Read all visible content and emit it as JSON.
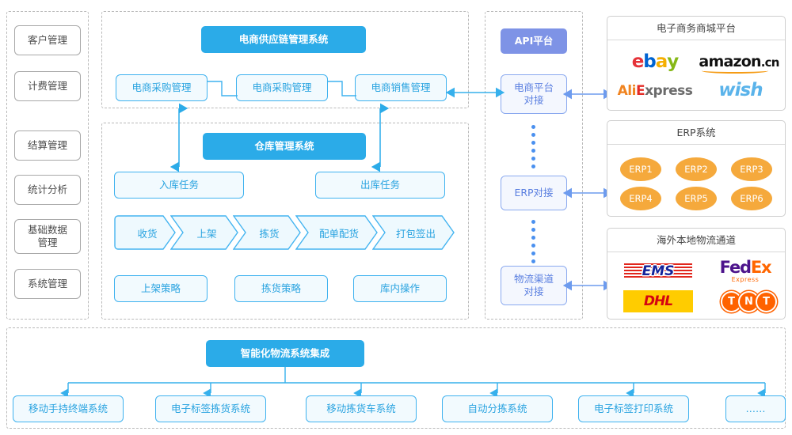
{
  "left_panel": {
    "items": [
      {
        "label": "客户管理"
      },
      {
        "label": "计费管理"
      },
      {
        "label": "结算管理"
      },
      {
        "label": "统计分析"
      },
      {
        "label": "基础数据\n管理"
      },
      {
        "label": "系统管理"
      }
    ]
  },
  "supply_chain": {
    "title": "电商供应链管理系统",
    "modules": [
      {
        "label": "电商采购管理"
      },
      {
        "label": "电商采购管理"
      },
      {
        "label": "电商销售管理"
      }
    ]
  },
  "warehouse": {
    "title": "仓库管理系统",
    "tasks": [
      {
        "label": "入库任务"
      },
      {
        "label": "出库任务"
      }
    ],
    "process_steps": [
      {
        "label": "收货"
      },
      {
        "label": "上架"
      },
      {
        "label": "拣货"
      },
      {
        "label": "配单配货"
      },
      {
        "label": "打包签出"
      }
    ],
    "strategies": [
      {
        "label": "上架策略"
      },
      {
        "label": "拣货策略"
      },
      {
        "label": "库内操作"
      }
    ]
  },
  "api_platform": {
    "title": "API平台",
    "connectors": [
      {
        "label": "电商平台\n对接"
      },
      {
        "label": "ERP对接"
      },
      {
        "label": "物流渠道\n对接"
      }
    ]
  },
  "ecommerce_panel": {
    "title": "电子商务商城平台",
    "brands": [
      {
        "name": "ebay"
      },
      {
        "name": "amazon.cn"
      },
      {
        "name": "AliExpress"
      },
      {
        "name": "wish"
      }
    ]
  },
  "erp_panel": {
    "title": "ERP系统",
    "systems": [
      {
        "label": "ERP1"
      },
      {
        "label": "ERP2"
      },
      {
        "label": "ERP3"
      },
      {
        "label": "ERP4"
      },
      {
        "label": "ERP5"
      },
      {
        "label": "ERP6"
      }
    ]
  },
  "logistics_panel": {
    "title": "海外本地物流通道",
    "carriers": [
      {
        "name": "EMS"
      },
      {
        "name": "FedEx Express"
      },
      {
        "name": "DHL"
      },
      {
        "name": "TNT"
      }
    ]
  },
  "bottom_panel": {
    "title": "智能化物流系统集成",
    "subsystems": [
      {
        "label": "移动手持终端系统"
      },
      {
        "label": "电子标签拣货系统"
      },
      {
        "label": "移动拣货车系统"
      },
      {
        "label": "自动分拣系统"
      },
      {
        "label": "电子标签打印系统"
      },
      {
        "label": "……"
      }
    ]
  },
  "colors": {
    "accent_blue": "#2babe8",
    "light_blue_fill": "#f2fafe",
    "purple": "#7e93e6",
    "orange": "#f5a93c",
    "gray_border": "#a8a8a8"
  }
}
